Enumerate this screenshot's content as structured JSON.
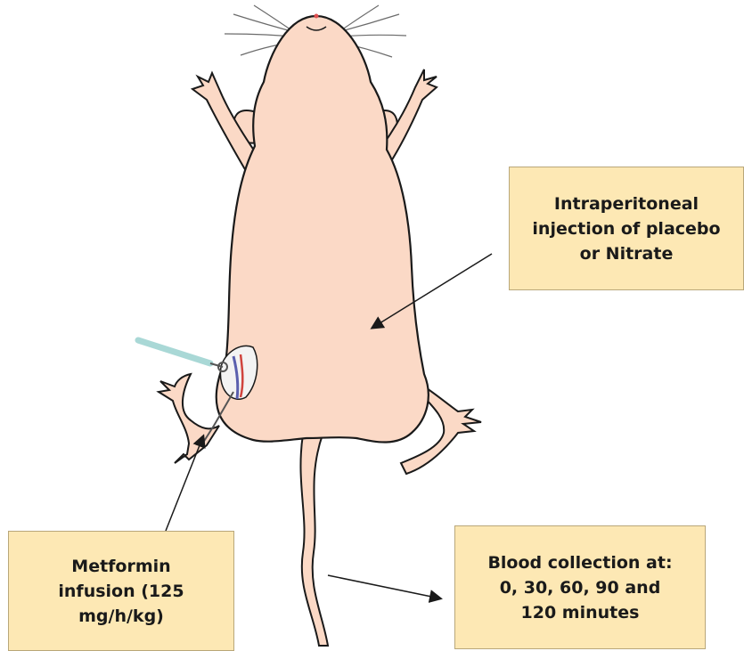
{
  "labels": {
    "intraperitoneal": [
      "Intraperitoneal",
      "injection of placebo",
      "or Nitrate"
    ],
    "metformin": [
      "Metformin",
      "infusion (125",
      "mg/h/kg)"
    ],
    "blood": [
      "Blood collection at:",
      "0, 30, 60, 90 and",
      "120 minutes"
    ]
  },
  "colors": {
    "body_fill": "#fbd9c6",
    "outline": "#1a1a1a",
    "callout_fill": "#fde8b4",
    "syringe": "#a9d8d6",
    "vessel_red": "#d0443e",
    "vessel_blue": "#5a5fae"
  }
}
